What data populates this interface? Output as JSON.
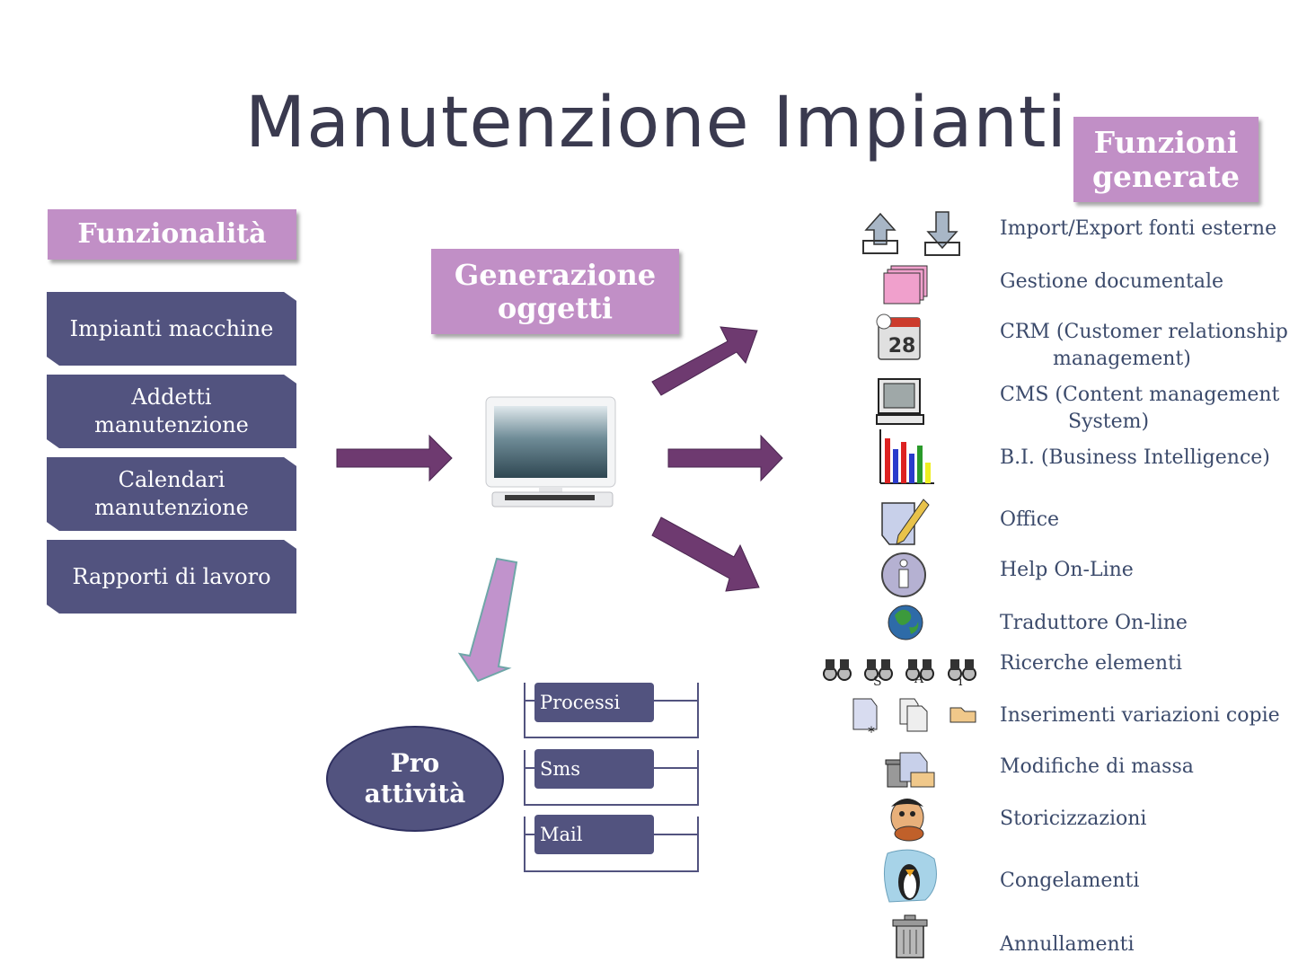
{
  "title": "Manutenzione Impianti",
  "headers": {
    "funzionalita": "Funzionalità",
    "generazione": [
      "Generazione",
      "oggetti"
    ],
    "funzioni": [
      "Funzioni",
      "generate"
    ]
  },
  "funzionalita_items": [
    "Impianti macchine",
    "Addetti\nmanutenzione",
    "Calendari\nmanutenzione",
    "Rapporti di lavoro"
  ],
  "pro_attivita": {
    "line1": "Pro",
    "line2": "attività"
  },
  "activities": [
    "Processi",
    "Sms",
    "Mail"
  ],
  "functions": [
    {
      "label": "Import/Export fonti esterne",
      "icon": "import-export-icon"
    },
    {
      "label": "Gestione documentale",
      "icon": "documents-icon"
    },
    {
      "label": "CRM (Customer relationship",
      "label2": "management)",
      "icon": "calendar-icon"
    },
    {
      "label": "CMS (Content management",
      "label2": "System)",
      "icon": "computer-icon"
    },
    {
      "label": "B.I. (Business Intelligence)",
      "icon": "bar-chart-icon"
    },
    {
      "label": "Office",
      "icon": "edit-document-icon"
    },
    {
      "label": "Help On-Line",
      "icon": "info-icon"
    },
    {
      "label": "Traduttore On-line",
      "icon": "globe-icon"
    },
    {
      "label": "Ricerche elementi",
      "icon": "binoculars-icon"
    },
    {
      "label": "Inserimenti variazioni copie",
      "icon": "new-copy-icon"
    },
    {
      "label": "Modifiche di massa",
      "icon": "mass-edit-icon"
    },
    {
      "label": "Storicizzazioni",
      "icon": "caveman-icon"
    },
    {
      "label": "Congelamenti",
      "icon": "penguin-icon"
    },
    {
      "label": "Annullamenti",
      "icon": "trash-icon"
    }
  ],
  "binocular_letters": [
    "S",
    "A",
    "i"
  ],
  "calendar_day": "28",
  "colors": {
    "box": "#52537f",
    "header": "#c18fc6",
    "arrow": "#6e3a70",
    "arrow_light": "#c193cc",
    "text": "#3b4a6b"
  }
}
